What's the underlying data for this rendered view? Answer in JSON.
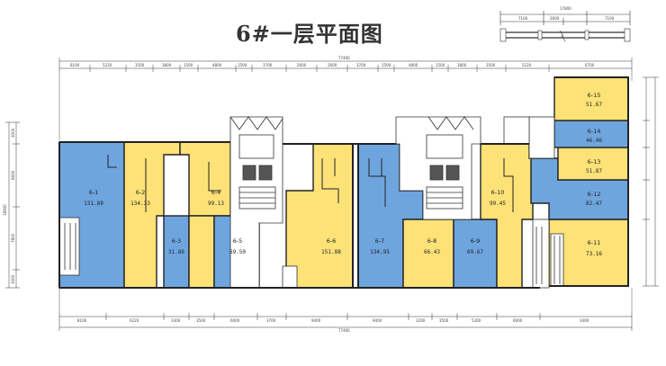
{
  "title": "6#一层平面图",
  "colors": {
    "blue": "#6fa5de",
    "yellow": "#fde278",
    "wall": "#222222"
  },
  "top_dims": [
    "8100",
    "5220",
    "3500",
    "3800",
    "1500",
    "4800",
    "1500",
    "3700",
    "2600",
    "2600",
    "3700",
    "1500",
    "4800",
    "1500",
    "3800",
    "3500",
    "5220",
    "6700"
  ],
  "top_total": "77400",
  "bottom_dims": [
    "8100",
    "6220",
    "3300",
    "3500",
    "6000",
    "3700",
    "9400",
    "9400",
    "3200",
    "3500",
    "5300",
    "6000",
    "3400"
  ],
  "bottom_total": "77400",
  "left_dims": [
    "3000",
    "6600",
    "18900",
    "7800",
    "3000"
  ],
  "inset_dims": [
    "7100",
    "2600",
    "7100",
    "17800"
  ],
  "units": [
    {
      "id": "6-1",
      "area": "131.89",
      "color": "blue"
    },
    {
      "id": "6-2",
      "area": "134.33",
      "color": "yellow"
    },
    {
      "id": "6-3",
      "area": "31.86",
      "color": "blue"
    },
    {
      "id": "6-4",
      "area": "99.13",
      "color": "yellow"
    },
    {
      "id": "6-5",
      "area": "69.50",
      "color": "blue"
    },
    {
      "id": "6-6",
      "area": "151.88",
      "color": "yellow"
    },
    {
      "id": "6-7",
      "area": "134.95",
      "color": "blue"
    },
    {
      "id": "6-8",
      "area": "66.43",
      "color": "yellow"
    },
    {
      "id": "6-9",
      "area": "69.67",
      "color": "blue"
    },
    {
      "id": "6-10",
      "area": "99.45",
      "color": "yellow"
    },
    {
      "id": "6-11",
      "area": "73.16",
      "color": "yellow"
    },
    {
      "id": "6-12",
      "area": "82.47",
      "color": "blue"
    },
    {
      "id": "6-13",
      "area": "51.87",
      "color": "yellow"
    },
    {
      "id": "6-14",
      "area": "46.46",
      "color": "blue"
    },
    {
      "id": "6-15",
      "area": "51.67",
      "color": "yellow"
    }
  ]
}
